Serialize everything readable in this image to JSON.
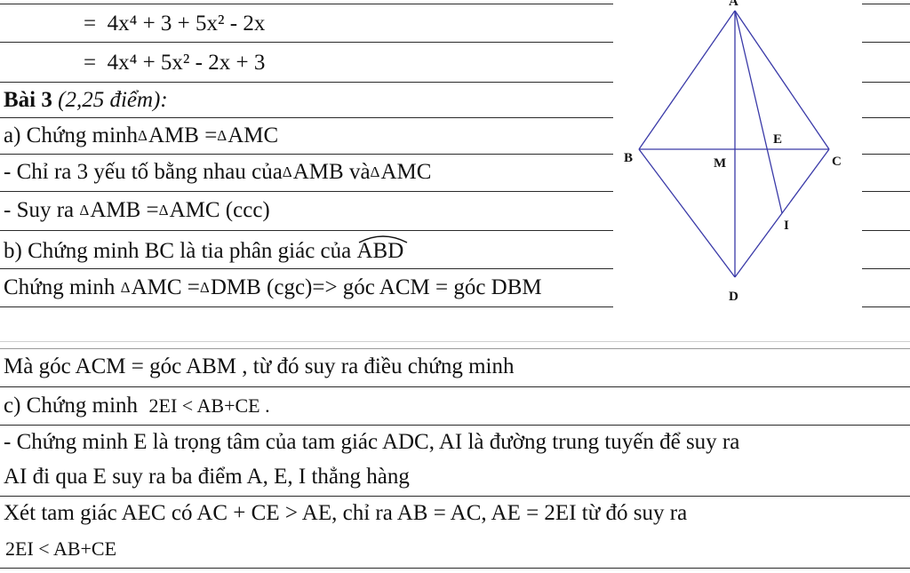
{
  "lines": {
    "l1": {
      "eq": "=",
      "expr": "4x⁴ + 3 + 5x² - 2x"
    },
    "l2": {
      "eq": "=",
      "expr": "4x⁴ + 5x² - 2x + 3"
    },
    "l3": {
      "title": "Bài 3",
      "points": "(2,25 điểm):"
    },
    "l4": {
      "text": "a) Chứng minh",
      "t1": "AMB =",
      "t2": "AMC"
    },
    "l5": {
      "text": "- Chỉ ra 3 yếu tố bằng nhau của",
      "t1": "AMB và",
      "t2": "AMC"
    },
    "l6": {
      "text": "- Suy ra",
      "t1": "AMB =",
      "t2": "AMC (ccc)"
    },
    "l7": {
      "text": "b) Chứng minh BC là tia phân giác của",
      "angle": "ABD"
    },
    "l8": {
      "text": "Chứng minh",
      "t1": "AMC =",
      "t2": "DMB (cgc)=> góc ACM = góc DBM"
    },
    "l9": {
      "text": "Mà góc ACM = góc ABM  , từ đó suy ra điều chứng minh"
    },
    "l10": {
      "text": "c) Chứng minh",
      "expr": "2EI < AB+CE ."
    },
    "l11": {
      "text": "- Chứng minh E là trọng tâm của tam giác ADC, AI là đường trung tuyến để suy ra"
    },
    "l12": {
      "text": "AI đi qua E suy ra ba điểm A, E, I thẳng hàng"
    },
    "l13": {
      "text": "Xét tam giác AEC có AC + CE > AE, chỉ ra AB = AC, AE = 2EI từ đó suy ra"
    },
    "l14": {
      "expr": "2EI < AB+CE"
    }
  },
  "triangle_symbol": "Δ",
  "figure": {
    "labels": {
      "A": "A",
      "B": "B",
      "C": "C",
      "M": "M",
      "E": "E",
      "I": "I",
      "D": "D"
    },
    "line_color": "#3a3aa8"
  }
}
